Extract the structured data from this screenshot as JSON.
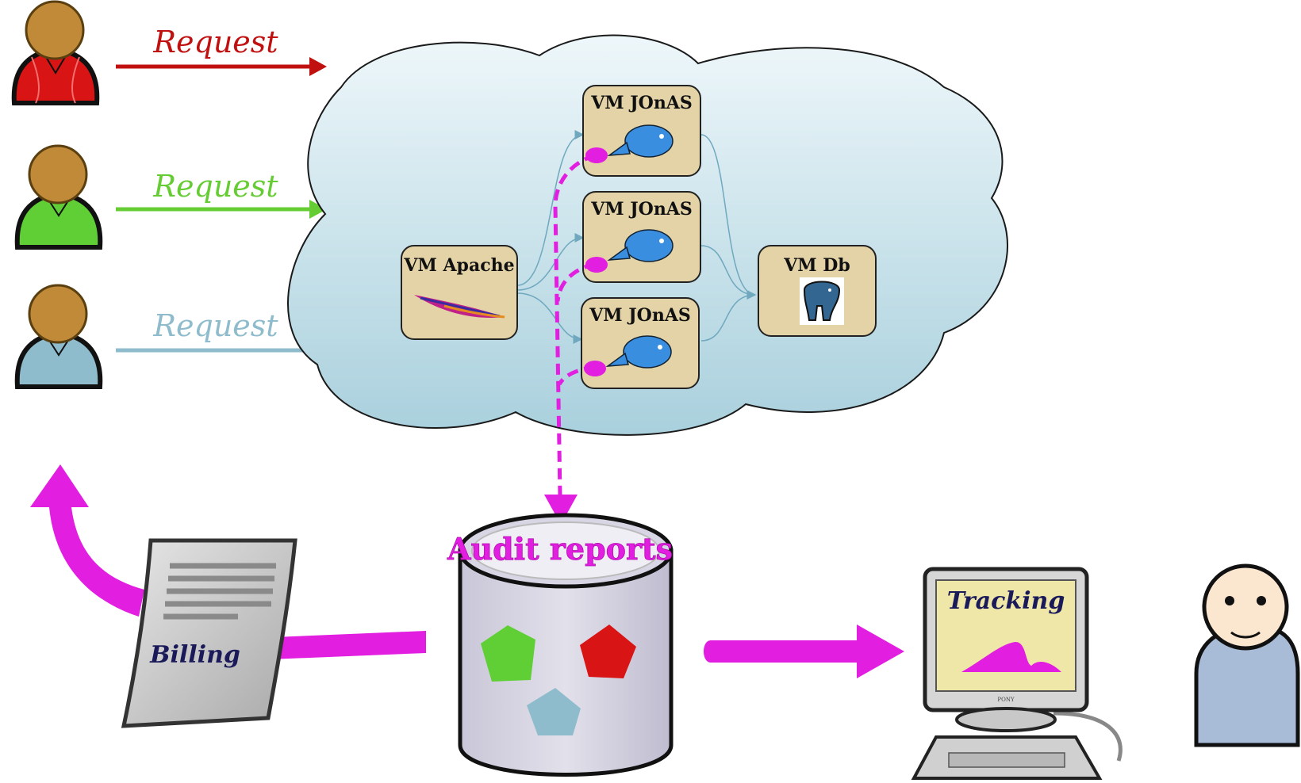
{
  "requests": [
    {
      "label": "Request",
      "color": "#c01010"
    },
    {
      "label": "Request",
      "color": "#66cc33"
    },
    {
      "label": "Request",
      "color": "#8fbccc"
    }
  ],
  "vms": {
    "apache": "VM Apache",
    "jonas": [
      "VM JOnAS",
      "VM JOnAS",
      "VM JOnAS"
    ],
    "db": "VM Db"
  },
  "audit_label": "Audit reports",
  "billing_label": "Billing",
  "tracking_label": "Tracking",
  "monitor_brand": "PONY",
  "colors": {
    "magenta": "#e21ee0",
    "cloud": "#cfe6ee",
    "vm_box": "#e3d3a6",
    "tan_head": "#c08a38",
    "billing_text": "#1a1a5a",
    "tracking_text": "#1a1a5a"
  }
}
